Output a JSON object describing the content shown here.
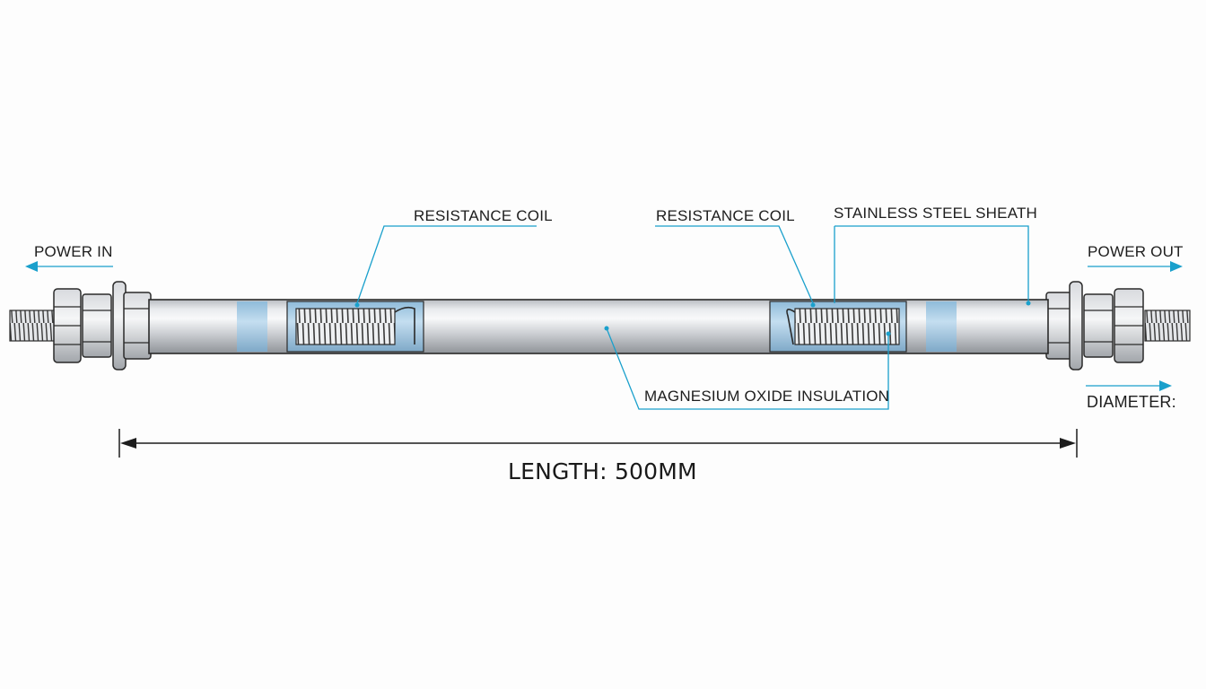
{
  "labels": {
    "power_in": "POWER IN",
    "power_out": "POWER OUT",
    "resistance_coil_left": "RESISTANCE COIL",
    "resistance_coil_right": "RESISTANCE COIL",
    "stainless_steel_sheath": "STAINLESS STEEL SHEATH",
    "magnesium_oxide_insulation": "MAGNESIUM OXIDE INSULATION",
    "diameter": "DIAMETER:",
    "length": "LENGTH: 500MM"
  },
  "colors": {
    "accent": "#1aa0cc",
    "outline": "#2a2a2a",
    "steel_light": "#eef0f2",
    "steel_mid": "#c9ccd0",
    "steel_dark": "#9ea2a7",
    "insulation": "#a9cde6"
  },
  "icons": {
    "power_in_arrow": "arrow-left-icon",
    "power_out_arrow": "arrow-right-icon",
    "diameter_arrow": "arrow-right-icon"
  }
}
